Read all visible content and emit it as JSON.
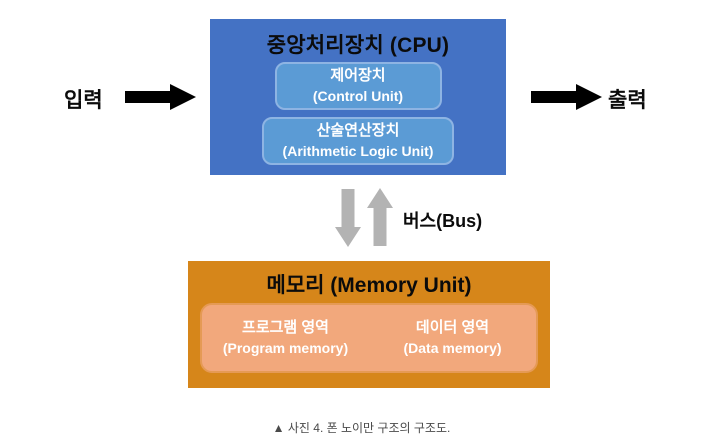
{
  "diagram": {
    "cpu": {
      "title": "중앙처리장치 (CPU)",
      "control_unit": {
        "label_ko": "제어장치",
        "label_en": "(Control Unit)"
      },
      "alu": {
        "label_ko": "산술연산장치",
        "label_en": "(Arithmetic Logic Unit)"
      }
    },
    "memory": {
      "title": "메모리 (Memory Unit)",
      "program_area": {
        "label_ko": "프로그램 영역",
        "label_en": "(Program memory)"
      },
      "data_area": {
        "label_ko": "데이터 영역",
        "label_en": "(Data memory)"
      }
    },
    "input_label": "입력",
    "output_label": "출력",
    "bus_label": "버스(Bus)",
    "caption": "▲ 사진 4. 폰 노이만 구조의 구조도."
  },
  "colors": {
    "cpu_box": "#4472c4",
    "cpu_inner": "#5b9bd5",
    "cpu_inner_border": "#8eb4e3",
    "memory_box": "#d6861a",
    "memory_inner": "#f2a87c",
    "memory_inner_border": "#e59a55",
    "arrow_black": "#000000",
    "arrow_gray": "#b3b3b3",
    "caption_text": "#4a4a4a",
    "title_text": "#0b0b0b"
  }
}
